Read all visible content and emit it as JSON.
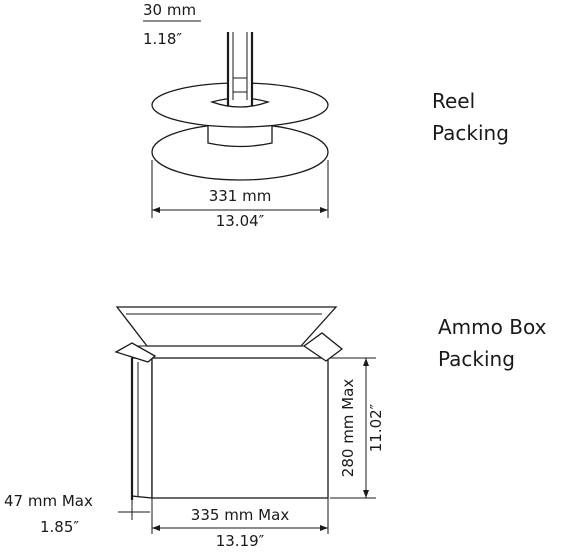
{
  "reel": {
    "tape_width_mm": "30 mm",
    "tape_width_in": "1.18″",
    "diameter_mm": "331 mm",
    "diameter_in": "13.04″",
    "caption_line1": "Reel",
    "caption_line2": "Packing"
  },
  "ammo_box": {
    "height_mm": "280 mm Max",
    "height_in": "11.02″",
    "depth_mm": "47 mm Max",
    "depth_in": "1.85″",
    "width_mm": "335 mm Max",
    "width_in": "13.19″",
    "caption_line1": "Ammo Box",
    "caption_line2": "Packing"
  }
}
